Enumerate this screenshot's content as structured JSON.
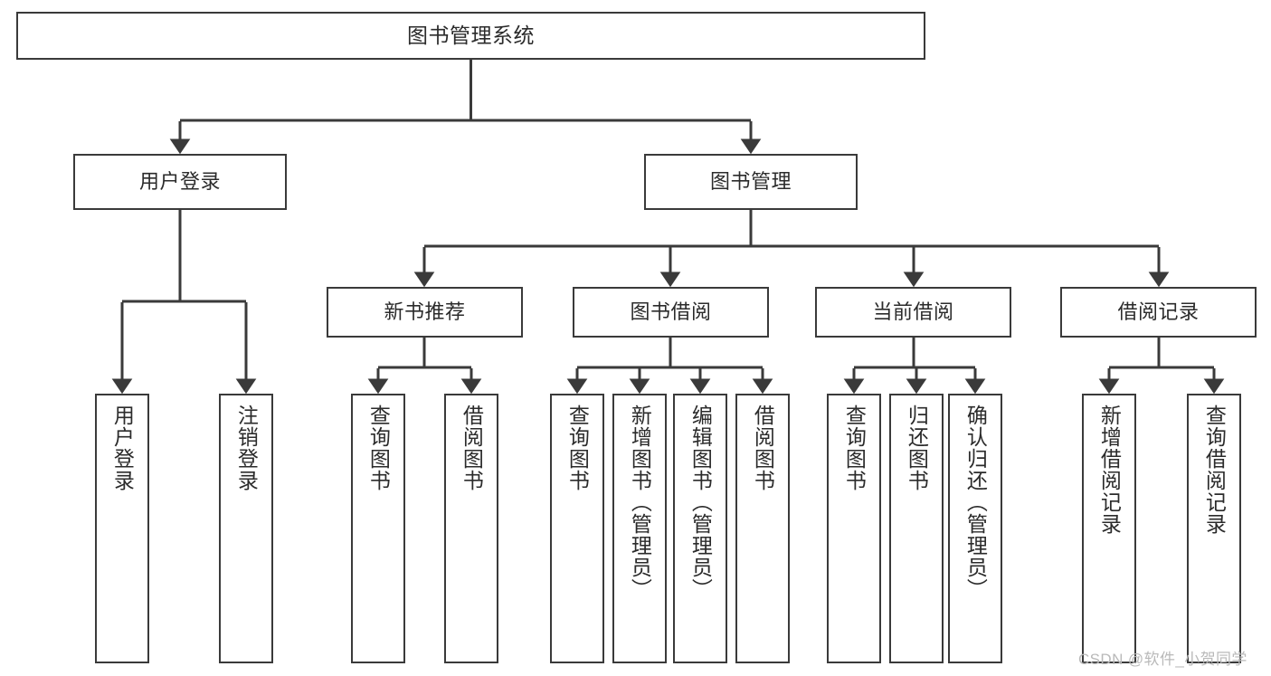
{
  "diagram": {
    "type": "tree",
    "title": "图书管理系统",
    "watermark": "CSDN @软件_小贺同学",
    "colors": {
      "box_border": "#3a3a3a",
      "box_fill": "#ffffff",
      "connector": "#3a3a3a",
      "text": "#2b2b2b",
      "watermark": "#b9b9b9",
      "background": "#ffffff"
    },
    "nodes": {
      "root": {
        "label": "图书管理系统"
      },
      "level1": [
        {
          "id": "user-login",
          "label": "用户登录"
        },
        {
          "id": "book-manage",
          "label": "图书管理"
        }
      ],
      "level2": [
        {
          "id": "new-book-rec",
          "label": "新书推荐"
        },
        {
          "id": "book-borrow",
          "label": "图书借阅"
        },
        {
          "id": "current-borrow",
          "label": "当前借阅"
        },
        {
          "id": "borrow-record",
          "label": "借阅记录"
        }
      ],
      "leaves": {
        "user-login": [
          {
            "id": "leaf-user-login",
            "label": "用户登录"
          },
          {
            "id": "leaf-logout",
            "label": "注销登录"
          }
        ],
        "new-book-rec": [
          {
            "id": "leaf-query-book-1",
            "label": "查询图书"
          },
          {
            "id": "leaf-borrow-book-1",
            "label": "借阅图书"
          }
        ],
        "book-borrow": [
          {
            "id": "leaf-query-book-2",
            "label": "查询图书"
          },
          {
            "id": "leaf-add-book",
            "label": "新增图书（管理员）"
          },
          {
            "id": "leaf-edit-book",
            "label": "编辑图书（管理员）"
          },
          {
            "id": "leaf-borrow-book-2",
            "label": "借阅图书"
          }
        ],
        "current-borrow": [
          {
            "id": "leaf-query-book-3",
            "label": "查询图书"
          },
          {
            "id": "leaf-return-book",
            "label": "归还图书"
          },
          {
            "id": "leaf-confirm-return",
            "label": "确认归还（管理员）"
          }
        ],
        "borrow-record": [
          {
            "id": "leaf-add-record",
            "label": "新增借阅记录"
          },
          {
            "id": "leaf-query-record",
            "label": "查询借阅记录"
          }
        ]
      }
    }
  }
}
